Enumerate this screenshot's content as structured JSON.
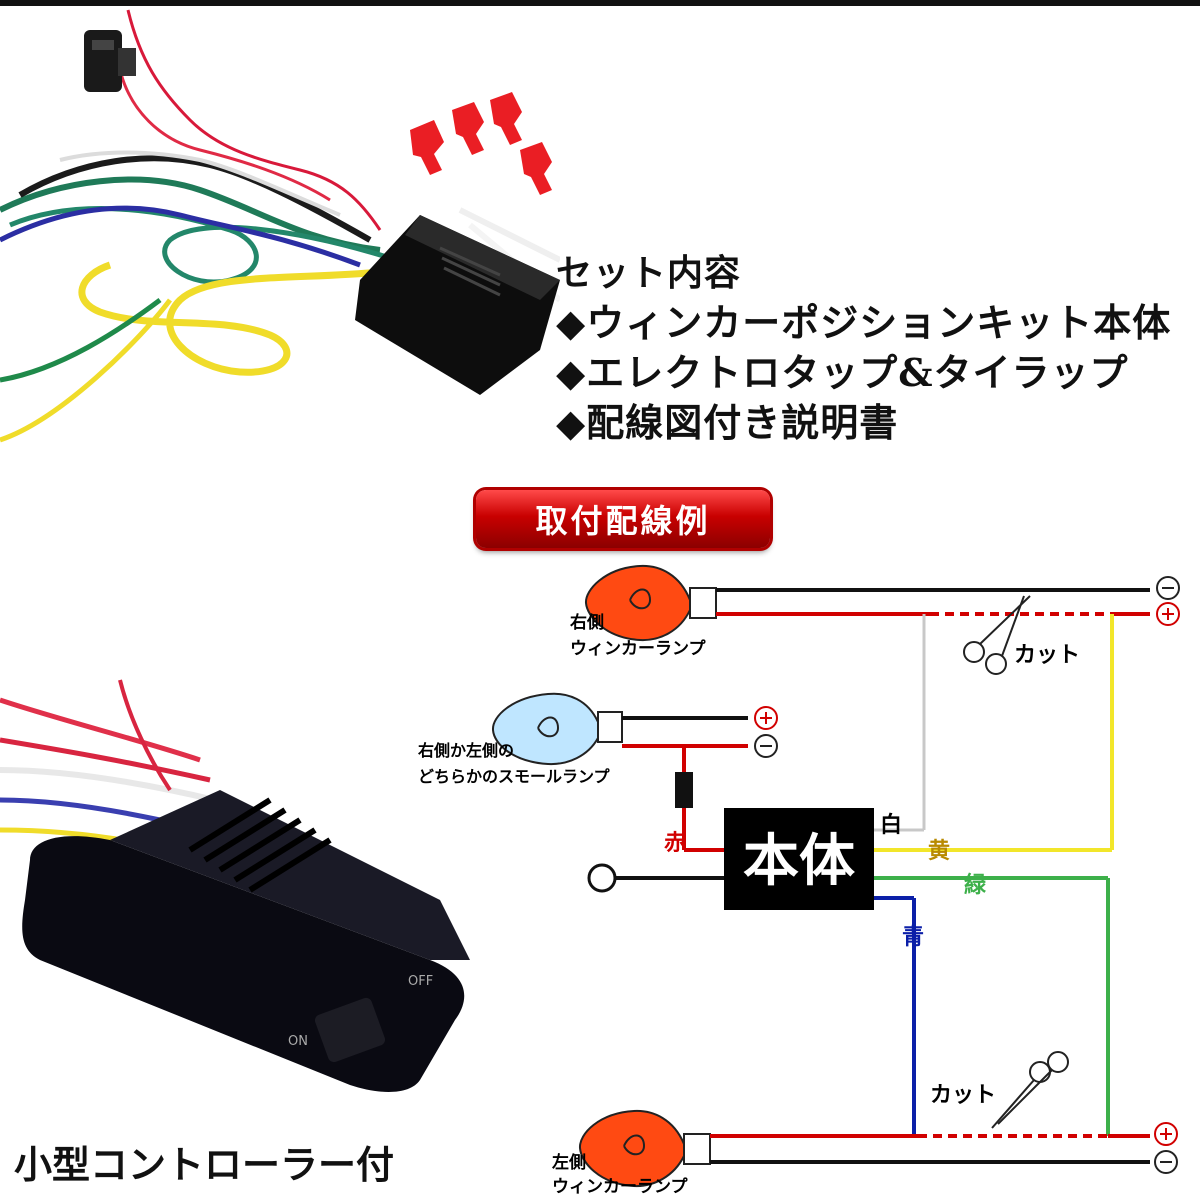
{
  "set_contents": {
    "title": "セット内容",
    "items": [
      "◆ウィンカーポジションキット本体",
      "◆エレクトロタップ&タイラップ",
      "◆配線図付き説明書"
    ]
  },
  "banner": "取付配線例",
  "controller_caption": "小型コントローラー付",
  "device": {
    "on": "ON",
    "off": "OFF"
  },
  "diagram": {
    "unit": "本体",
    "right_lamp": [
      "右側",
      "ウィンカーランプ"
    ],
    "small_lamp": [
      "右側か左側の",
      "どちらかのスモールランプ"
    ],
    "left_lamp": [
      "左側",
      "ウィンカーランプ"
    ],
    "cut": "カット",
    "wires": {
      "white": "白",
      "yellow": "黄",
      "green": "緑",
      "blue": "青",
      "red": "赤"
    },
    "minus": "−",
    "plus": "+"
  },
  "colors": {
    "wire_red": "#d10000",
    "wire_yellow": "#f2e62a",
    "wire_green": "#3db04a",
    "wire_blue": "#0b1fa8",
    "wire_white": "#c8c8c8",
    "bulb_orange": "#ff4a12",
    "bulb_blue": "#bfe6ff"
  }
}
